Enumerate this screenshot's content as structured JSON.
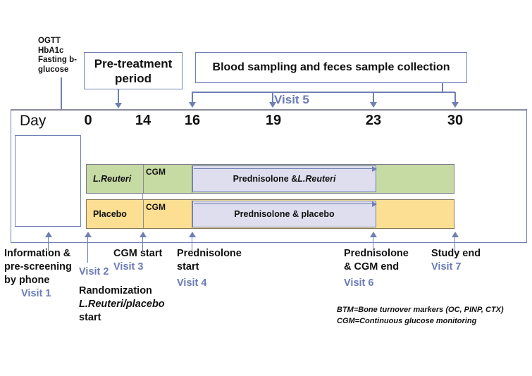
{
  "diagram": {
    "title": "Clinical trial timeline",
    "colors": {
      "accent": "#6b7bb5",
      "frame": "#6f7fb3",
      "reuteri_bar": "#c6daa4",
      "placebo_bar": "#fcdf92",
      "prednisolone_block": "#dedeee"
    },
    "top_annotations": {
      "assessments": "OGTT\nHbA1c\nFasting b-glucose",
      "assessments_lines": [
        "OGTT",
        "HbA1c",
        "Fasting b-",
        "glucose"
      ]
    },
    "top_boxes": [
      {
        "id": "pre-treatment",
        "label": "Pre-treatment period"
      },
      {
        "id": "blood-sampling",
        "label": "Blood sampling and feces sample collection"
      }
    ],
    "visit5_label": "Visit 5",
    "axis": {
      "row_label": "Day",
      "ticks": [
        "0",
        "14",
        "16",
        "19",
        "23",
        "30"
      ]
    },
    "arms": [
      {
        "id": "reuteri",
        "name": "L.Reuteri",
        "cgm_label": "CGM",
        "treatment_label_pre": "Prednisolone & ",
        "treatment_label_italic": "L.Reuteri"
      },
      {
        "id": "placebo",
        "name": "Placebo",
        "cgm_label": "CGM",
        "treatment_label_pre": "Prednisolone & placebo",
        "treatment_label_italic": ""
      }
    ],
    "milestones": [
      {
        "id": "information",
        "lines": [
          "Information &",
          "pre-screening",
          "by phone"
        ],
        "visit": "Visit 1"
      },
      {
        "id": "randomization",
        "visit": "Visit 2",
        "lines": [
          "Randomization",
          "L.Reuteri/placebo",
          "start"
        ]
      },
      {
        "id": "cgm-start",
        "lines": [
          "CGM start"
        ],
        "visit": "Visit 3"
      },
      {
        "id": "prednisolone-start",
        "lines": [
          "Prednisolone",
          "start"
        ],
        "visit": "Visit 4"
      },
      {
        "id": "prednisolone-cgm-end",
        "lines": [
          "Prednisolone",
          "& CGM end"
        ],
        "visit": "Visit 6"
      },
      {
        "id": "study-end",
        "lines": [
          "Study end"
        ],
        "visit": "Visit 7"
      }
    ],
    "footnotes": [
      "BTM=Bone turnover markers (OC, PINP, CTX)",
      "CGM=Continuous glucose monitoring"
    ]
  }
}
